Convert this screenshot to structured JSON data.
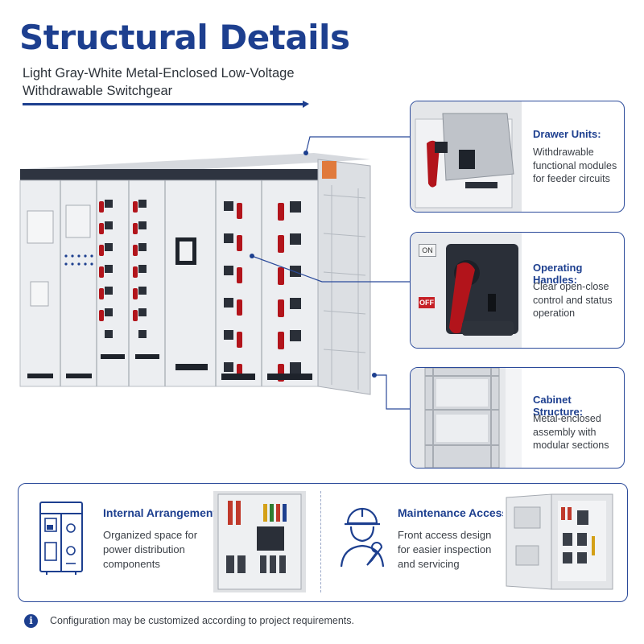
{
  "header": {
    "title": "Structural Details",
    "subtitle_line1": "Light Gray-White Metal-Enclosed Low-Voltage",
    "subtitle_line2": "Withdrawable Switchgear"
  },
  "callouts": [
    {
      "heading": "Drawer Units:",
      "lines": [
        "Withdrawable",
        "functional modules",
        "for feeder circuits"
      ]
    },
    {
      "heading": "Operating Handles:",
      "lines": [
        "Clear open-close",
        "control and status",
        "operation"
      ],
      "indicator_on": "ON",
      "indicator_off": "OFF"
    },
    {
      "heading": "Cabinet Structure:",
      "lines": [
        "Metal-enclosed",
        "assembly with",
        "modular sections"
      ]
    }
  ],
  "bottom": {
    "left": {
      "heading": "Internal Arrangement:",
      "lines": [
        "Organized space for",
        "power distribution",
        "components"
      ],
      "icon": "cabinet-layout-icon"
    },
    "right": {
      "heading": "Maintenance Access:",
      "lines": [
        "Front access design",
        "for easier inspection",
        "and servicing"
      ],
      "icon": "engineer-wrench-icon"
    }
  },
  "footer": {
    "icon": "info-icon",
    "note": "Configuration may be customized according to project requirements."
  },
  "colors": {
    "accent": "#1d3f8f",
    "handle_red": "#b2141b",
    "panel_gray": "#e9ebee"
  }
}
